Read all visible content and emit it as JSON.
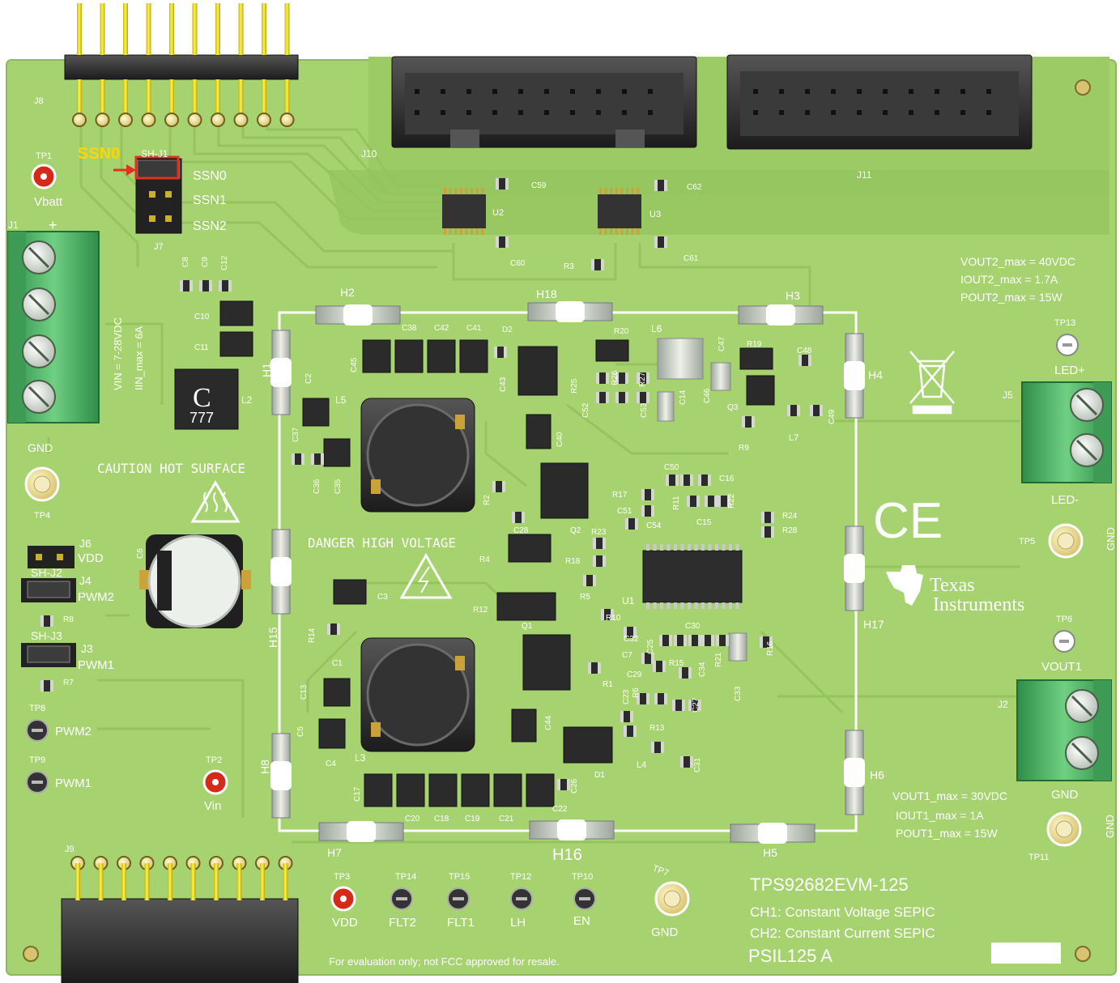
{
  "board": {
    "name": "TPS92682EVM-125",
    "ch1": "CH1:  Constant Voltage SEPIC",
    "ch2": "CH2:  Constant Current SEPIC",
    "rev": "PSIL125 A",
    "disclaimer": "For evaluation only; not FCC approved for resale.",
    "caution": "CAUTION  HOT  SURFACE",
    "danger": "DANGER  HIGH  VOLTAGE",
    "vin_spec": "VIN = 7-28VDC",
    "iin_spec": "IIN_max = 6A",
    "out2_specs": [
      "VOUT2_max = 40VDC",
      "IOUT2_max = 1.7A",
      "POUT2_max = 15W"
    ],
    "out1_specs": [
      "VOUT1_max = 30VDC",
      "IOUT1_max = 1A",
      "POUT1_max = 15W"
    ],
    "ti_logo": [
      "Texas",
      "Instruments"
    ],
    "ce_mark": "CE",
    "inductor_mark": "777",
    "inductor_logo": "C"
  },
  "callout": {
    "label": "SSN0",
    "color": "#ffd700",
    "arrow_color": "#e03020"
  },
  "colors": {
    "pcb": "#a7d270",
    "silk": "#ffffff",
    "pin_gold": "#e8e012",
    "connector_green": "#52b86a",
    "tp_red": "#d52a1a"
  },
  "headers": {
    "j8": "J8",
    "j9": "J9",
    "j10": "J10",
    "j11": "J11",
    "j1": "J1",
    "j2": "J2",
    "j5": "J5",
    "j7": "J7",
    "sh_j1": "SH-J1",
    "sh_j2": "SH-J2",
    "sh_j3": "SH-J3",
    "j6": "J6",
    "j6_label": "VDD",
    "j4": "J4",
    "j4_label": "PWM2",
    "j3": "J3",
    "j3_label": "PWM1",
    "ssn0": "SSN0",
    "ssn1": "SSN1",
    "ssn2": "SSN2",
    "j1_plus": "+",
    "j1_gnd": "GND",
    "j5_top": "LED+",
    "j5_bottom": "LED-",
    "j2_top": "VOUT1",
    "j2_bottom": "GND"
  },
  "test_points": {
    "tp1": "TP1",
    "tp1_label": "Vbatt",
    "tp2": "TP2",
    "tp2_label": "Vin",
    "tp3": "TP3",
    "tp3_label": "VDD",
    "tp4": "TP4",
    "tp5": "TP5",
    "tp5_label": "GND",
    "tp6": "TP6",
    "tp7": "TP7",
    "tp7_label": "GND",
    "tp8": "TP8",
    "tp8_label": "PWM2",
    "tp9": "TP9",
    "tp9_label": "PWM1",
    "tp10": "TP10",
    "tp10_label": "EN",
    "tp11": "TP11",
    "tp11_label": "GND",
    "tp12": "TP12",
    "tp12_label": "LH",
    "tp13": "TP13",
    "tp14": "TP14",
    "tp14_label": "FLT2",
    "tp15": "TP15",
    "tp15_label": "FLT1"
  },
  "mounting_holes": {
    "h1": "H1",
    "h2": "H2",
    "h3": "H3",
    "h4": "H4",
    "h5": "H5",
    "h6": "H6",
    "h7": "H7",
    "h8": "H8",
    "h15": "H15",
    "h16": "H16",
    "h17": "H17",
    "h18": "H18"
  },
  "ics": {
    "u1": "U1",
    "u2": "U2",
    "u3": "U3",
    "q1": "Q1",
    "q2": "Q2",
    "q3": "Q3",
    "d1": "D1",
    "d2": "D2"
  },
  "inductors": {
    "l2": "L2",
    "l3": "L3",
    "l4": "L4",
    "l5": "L5",
    "l6": "L6",
    "l7": "L7"
  },
  "capacitors": {
    "c1": "C1",
    "c2": "C2",
    "c3": "C3",
    "c4": "C4",
    "c5": "C5",
    "c6": "C6",
    "c7": "C7",
    "c8": "C8",
    "c9": "C9",
    "c10": "C10",
    "c11": "C11",
    "c12": "C12",
    "c13": "C13",
    "c14": "C14",
    "c15": "C15",
    "c16": "C16",
    "c17": "C17",
    "c18": "C18",
    "c19": "C19",
    "c20": "C20",
    "c21": "C21",
    "c22": "C22",
    "c23": "C23",
    "c25": "C25",
    "c26": "C26",
    "c27": "C27",
    "c28": "C28",
    "c29": "C29",
    "c30": "C30",
    "c31": "C31",
    "c32": "C32",
    "c33": "C33",
    "c34": "C34",
    "c35": "C35",
    "c36": "C36",
    "c37": "C37",
    "c38": "C38",
    "c40": "C40",
    "c41": "C41",
    "c42": "C42",
    "c43": "C43",
    "c44": "C44",
    "c45": "C45",
    "c46": "C46",
    "c47": "C47",
    "c48": "C48",
    "c49": "C49",
    "c50": "C50",
    "c51": "C51",
    "c52": "C52",
    "c53": "C53",
    "c54": "C54",
    "c59": "C59",
    "c60": "C60",
    "c61": "C61",
    "c62": "C62"
  },
  "resistors": {
    "r1": "R1",
    "r2": "R2",
    "r3": "R3",
    "r4": "R4",
    "r5": "R5",
    "r6": "R6",
    "r7": "R7",
    "r8": "R8",
    "r9": "R9",
    "r10": "R10",
    "r11": "R11",
    "r12": "R12",
    "r13": "R13",
    "r14": "R14",
    "r15": "R15",
    "r16": "R16",
    "r17": "R17",
    "r18": "R18",
    "r19": "R19",
    "r20": "R20",
    "r21": "R21",
    "r22": "R22",
    "r23": "R23",
    "r24": "R24",
    "r25": "R25",
    "r26": "R26",
    "r27": "R27",
    "r28": "R28"
  }
}
